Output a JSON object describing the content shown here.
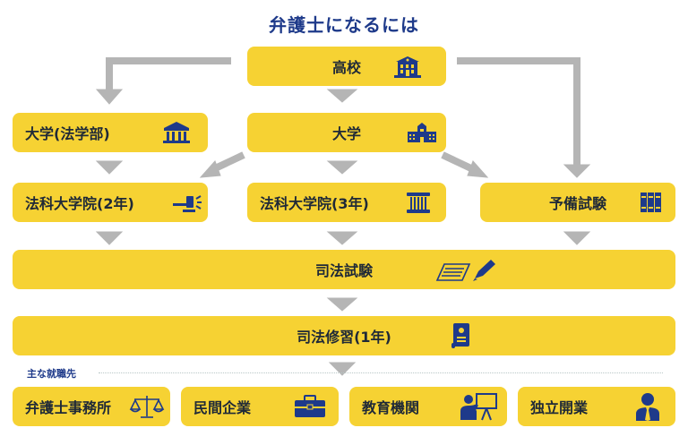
{
  "title": "弁護士になるには",
  "nodes": {
    "high_school": "高校",
    "university_law": "大学(法学部)",
    "university": "大学",
    "law_school_2": "法科大学院(2年)",
    "law_school_3": "法科大学院(3年)",
    "preliminary_exam": "予備試験",
    "bar_exam": "司法試験",
    "legal_training": "司法修習(1年)"
  },
  "careers_label": "主な就職先",
  "careers": [
    "弁護士事務所",
    "民間企業",
    "教育機関",
    "独立開業"
  ],
  "colors": {
    "box": "#f6d233",
    "arrow": "#b5b5b5",
    "title": "#1e3a8a",
    "icon": "#1e3a8a"
  },
  "icons": {
    "high_school": "school-building-icon",
    "university_law": "courthouse-icon",
    "university": "university-building-icon",
    "law_school_2": "gavel-icon",
    "law_school_3": "column-icon",
    "preliminary_exam": "books-icon",
    "bar_exam": "exam-paper-pencil-icon",
    "legal_training": "certificate-icon",
    "law_firm": "scales-icon",
    "company": "briefcase-icon",
    "education": "teacher-board-icon",
    "independent": "business-person-icon"
  }
}
